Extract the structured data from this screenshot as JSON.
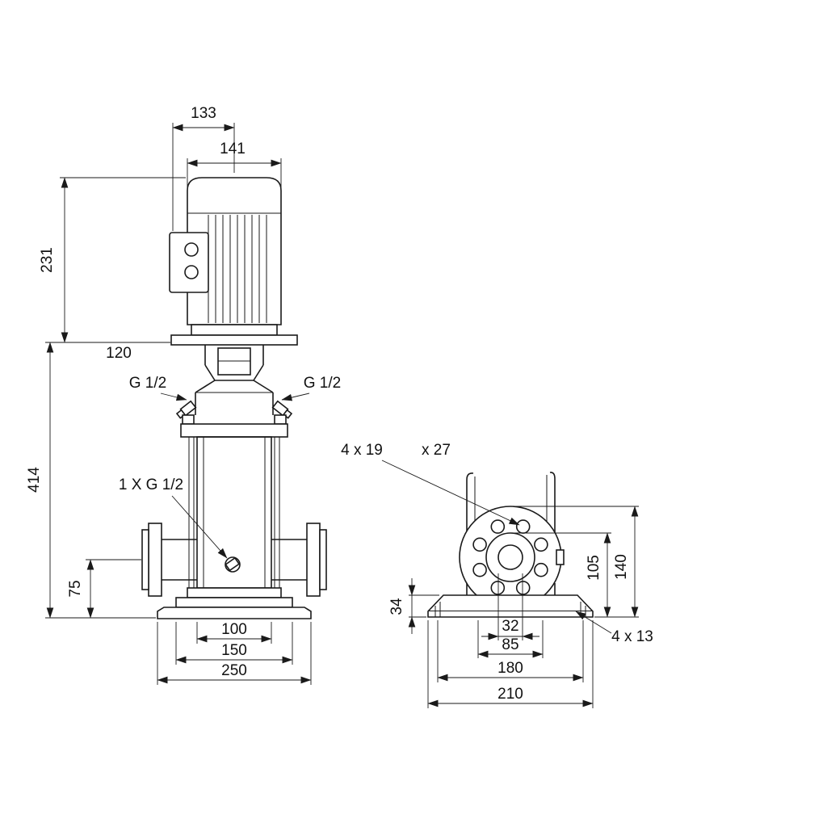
{
  "drawing": {
    "front": {
      "d133": "133",
      "d141": "141",
      "d231": "231",
      "d120": "120",
      "d414": "414",
      "d75": "75",
      "g_left": "G 1/2",
      "g_right": "G 1/2",
      "drain": "1 X G 1/2",
      "d100": "100",
      "d150": "150",
      "d250": "250"
    },
    "side": {
      "flange_holes_a": "4 x 19",
      "flange_holes_b": "x 27",
      "d34": "34",
      "d105": "105",
      "d140": "140",
      "d32": "32",
      "d85": "85",
      "d180": "180",
      "d210": "210",
      "base_holes": "4 x 13"
    },
    "colors": {
      "line": "#1a1a1a",
      "background": "#ffffff"
    }
  }
}
